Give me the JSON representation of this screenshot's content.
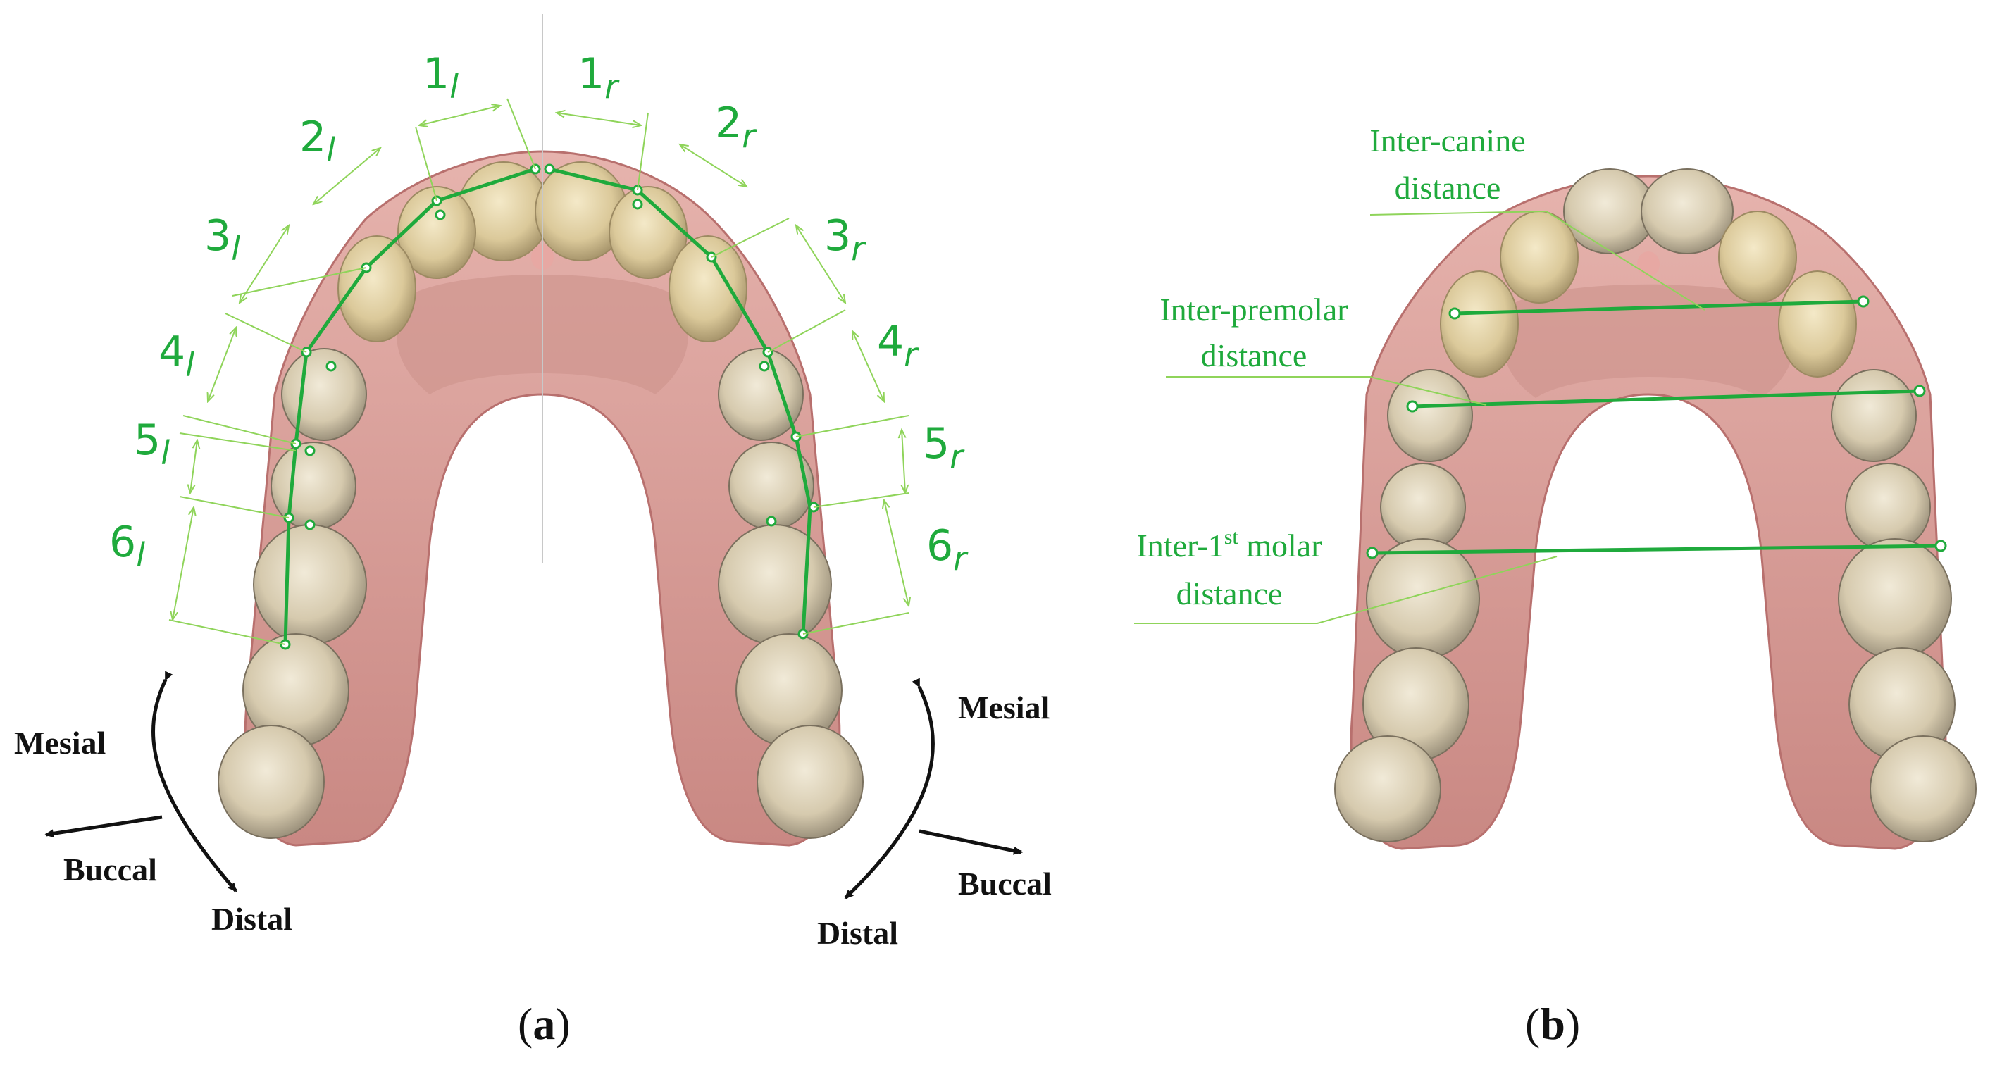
{
  "colors": {
    "measure_green": "#1faa3c",
    "guide_green": "#8fd45a",
    "gum": "#d89a9a",
    "gum_dark": "#b8706e",
    "tooth": "#d9cdb0",
    "tooth_shadow": "#8f8571",
    "axis_black": "#111111",
    "midline_gray": "#c8c8c8"
  },
  "panel_a": {
    "caption_open": "(",
    "caption_letter": "a",
    "caption_close": ")",
    "tooth_labels_left": [
      {
        "num": "1",
        "sub": "l"
      },
      {
        "num": "2",
        "sub": "l"
      },
      {
        "num": "3",
        "sub": "l"
      },
      {
        "num": "4",
        "sub": "l"
      },
      {
        "num": "5",
        "sub": "l"
      },
      {
        "num": "6",
        "sub": "l"
      }
    ],
    "tooth_labels_right": [
      {
        "num": "1",
        "sub": "r"
      },
      {
        "num": "2",
        "sub": "r"
      },
      {
        "num": "3",
        "sub": "r"
      },
      {
        "num": "4",
        "sub": "r"
      },
      {
        "num": "5",
        "sub": "r"
      },
      {
        "num": "6",
        "sub": "r"
      }
    ],
    "direction_left": {
      "mesial": "Mesial",
      "buccal": "Buccal",
      "distal": "Distal"
    },
    "direction_right": {
      "mesial": "Mesial",
      "buccal": "Buccal",
      "distal": "Distal"
    }
  },
  "panel_b": {
    "caption_open": "(",
    "caption_letter": "b",
    "caption_close": ")",
    "inter_canine": {
      "line1": "Inter-canine",
      "line2": "distance"
    },
    "inter_premolar": {
      "line1": "Inter-premolar",
      "line2": "distance"
    },
    "inter_molar": {
      "line1_pre": "Inter-1",
      "line1_sup": "st",
      "line1_post": " molar",
      "line2": "distance"
    }
  }
}
